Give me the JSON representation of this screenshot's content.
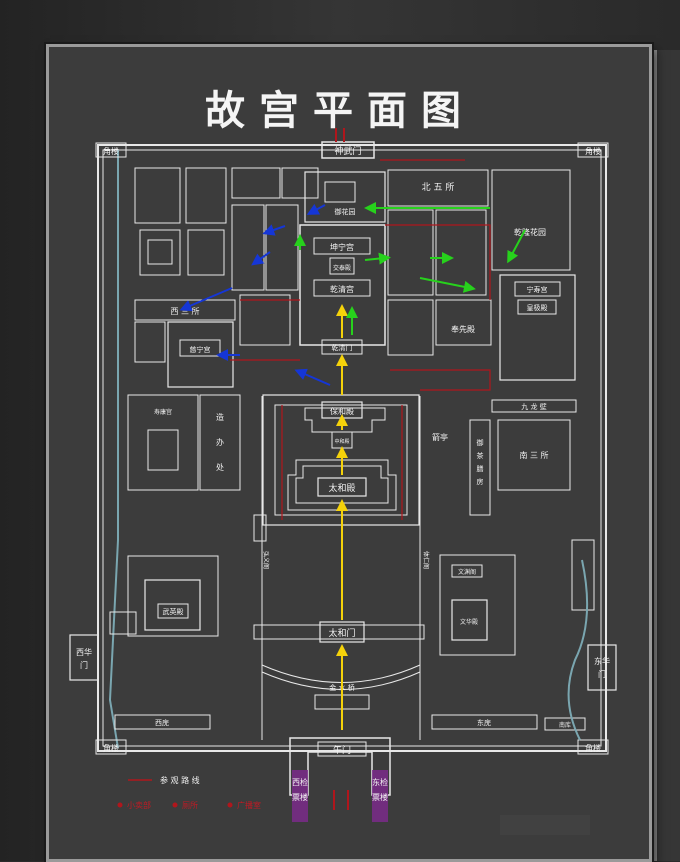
{
  "title": "故宫平面图",
  "labels": {
    "jiaolou_nw": "角楼",
    "jiaolou_ne": "角楼",
    "jiaolou_sw": "角楼",
    "jiaolou_se": "角楼",
    "shenwumen": "神武门",
    "beiwusuo": "北 五 所",
    "kunninggong": "坤宁宫",
    "jiaotaidian": "交泰殿",
    "qianqinggong": "乾清宫",
    "qianqingmen": "乾清门",
    "baohedian": "保和殿",
    "zhonghedian": "中和殿",
    "taihedian": "太和殿",
    "taihemen": "太和门",
    "wumen": "午门",
    "jinshuiqiao": "金 水 桥",
    "xihuamen": "西华门",
    "donghuamen": "东华门",
    "xisansuo": "西 三 所",
    "cininggong": "慈宁宫",
    "shoukanggong": "寿康宫",
    "zaobanchu": "造 办 处",
    "wuyingdian": "武英殿",
    "wenhuadian": "文华殿",
    "wenyuange": "文渊阁",
    "nansansuo": "南 三 所",
    "jiulongbi": "九 龙 壁",
    "ningshougong": "宁寿宫",
    "huangjidian": "皇极殿",
    "fengxiandian": "奉先殿",
    "jianting": "箭亭",
    "yuchashanfang": "御茶膳房",
    "qianlonghuayuan": "乾隆花园",
    "yuhuayuan": "御花园",
    "hongyimen": "弘义阁",
    "tirenge": "体仁阁",
    "nanku": "南库",
    "xiwu": "西庑",
    "dongwu": "东庑"
  },
  "legend": {
    "route": "参 观 路 线",
    "shop": "小卖部",
    "toilet": "厕所",
    "broadcast": "广播室"
  },
  "ticket": {
    "west": "西检票楼",
    "east": "东检票楼"
  },
  "colors": {
    "board": "#3c3c3c",
    "line": "#e8e8e8",
    "route": "#b0161c",
    "arrow_yellow": "#f5d20a",
    "arrow_green": "#27d11c",
    "arrow_blue": "#1536d6",
    "ticket": "#7a2a8a"
  }
}
